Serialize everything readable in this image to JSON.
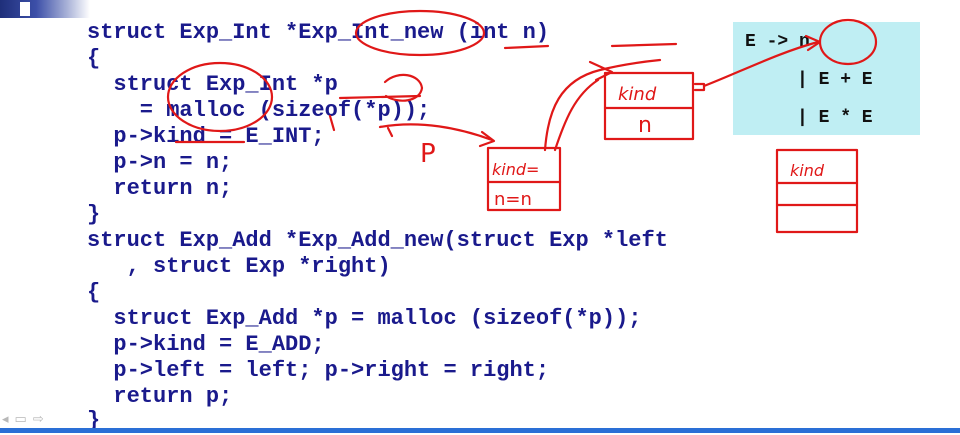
{
  "slide": {
    "code_lines": [
      "struct Exp_Int *Exp_Int_new (int n)",
      "{",
      "  struct Exp_Int *p",
      "    = malloc (sizeof(*p));",
      "  p->kind = E_INT;",
      "  p->n = n;",
      "  return n;",
      "}",
      "struct Exp_Add *Exp_Add_new(struct Exp *left",
      "   , struct Exp *right)",
      "{",
      "  struct Exp_Add *p = malloc (sizeof(*p));",
      "  p->kind = E_ADD;",
      "  p->left = left; p->right = right;",
      "  return p;",
      "}"
    ],
    "grammar": {
      "line1": "E -> n",
      "line2": "| E + E",
      "line3": "| E * E"
    },
    "annotations": {
      "p_label": "P",
      "box1_top": "kind",
      "box1_bottom": "n",
      "box2_top": "kind=",
      "box2_bottom": "n=n",
      "box3_top": "kind"
    },
    "nav": {
      "prev": "◂",
      "menu": "▭",
      "next": "⇨"
    }
  }
}
